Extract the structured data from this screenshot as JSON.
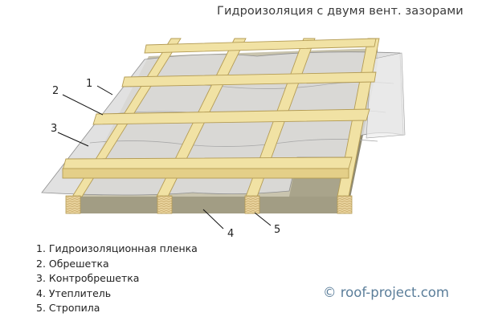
{
  "title": "Гидроизоляция с двумя вент. зазорами",
  "callouts": [
    "1",
    "2",
    "3",
    "4",
    "5"
  ],
  "legend": [
    {
      "num": "1.",
      "label": "Гидроизоляционная пленка"
    },
    {
      "num": "2.",
      "label": "Обрешетка"
    },
    {
      "num": "3.",
      "label": "Контробрешетка"
    },
    {
      "num": "4.",
      "label": "Утеплитель"
    },
    {
      "num": "5.",
      "label": "Стропила"
    }
  ],
  "watermark": "© roof-project.com",
  "colors": {
    "batten": "#f1e2a4",
    "batten_edge": "#b49c55",
    "membrane": "#d3d3d3",
    "membrane_edge": "#8c8c8c",
    "insulation": "#a8a38c",
    "rafter_end": "#e6cf97",
    "callout_line": "#111111",
    "watermark": "#5b7e9a"
  }
}
